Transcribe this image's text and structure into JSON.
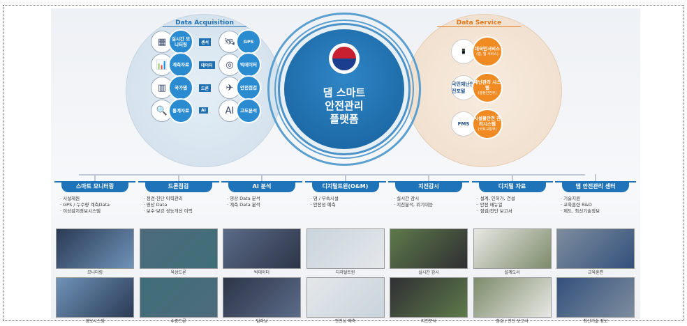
{
  "center_title": [
    "댐 스마트",
    "안전관리",
    "플랫폼"
  ],
  "acquisition": {
    "title": "Data Acquisition",
    "rows": [
      {
        "left": "실시간 모니터링",
        "tag": "센서",
        "right": "GPS",
        "left_icon": "monitor-room-photo",
        "right_icon": "gps-satellite-icon"
      },
      {
        "left": "계측자료",
        "tag": "데이터",
        "right": "빅데이터",
        "left_icon": "chart-laptop-icon",
        "right_icon": "big-data-icon"
      },
      {
        "left": "국가댐",
        "tag": "드론",
        "right": "안전점검",
        "left_icon": "dam-icon",
        "right_icon": "drone-icon"
      },
      {
        "left": "통계자료",
        "tag": "AI",
        "right": "고도분석",
        "left_icon": "magnifier-gear-icon",
        "right_icon": "ai-brain-icon"
      }
    ]
  },
  "service": {
    "title": "Data Service",
    "items": [
      {
        "label": "대국민서비스",
        "sub": "(앱, 웹 서비스)",
        "icon": "smartphone-icon",
        "icon_text": "📱"
      },
      {
        "label": "재난관리 시스템",
        "sub": "(행정안전부)",
        "icon": "government-emblem-icon",
        "icon_text": "국민재난안전포털"
      },
      {
        "label": "시설물안전 관리시스템",
        "sub": "(국토교통부)",
        "icon": "fms-logo-icon",
        "icon_text": "FMS"
      }
    ]
  },
  "columns": [
    {
      "title": "스마트 모니터링",
      "bullets": [
        "· 시설제원",
        "· GPS / 누수량 계측Data",
        "· 이상감지경보시스템"
      ],
      "photos": [
        "모니터링",
        "경보시스템"
      ]
    },
    {
      "title": "드론점검",
      "bullets": [
        "· 점검·진단 이력관리",
        "· 영상 Data",
        "· 보수·보강 성능개선 이력"
      ],
      "photos": [
        "육상드론",
        "수중드론"
      ]
    },
    {
      "title": "AI 분석",
      "bullets": [
        "· 영상 Data 분석",
        "· 계측 Data 분석"
      ],
      "photos": [
        "빅데이터",
        "딥러닝"
      ]
    },
    {
      "title": "디지털트윈(O&M)",
      "bullets": [
        "· 댐 / 부속시설",
        "· 안전성 예측"
      ],
      "photos": [
        "디지털트윈",
        "안전성 예측"
      ]
    },
    {
      "title": "지진감시",
      "bullets": [
        "· 실시간 감시",
        "· 지진분석, 위기대응"
      ],
      "photos": [
        "실시간 감시",
        "지진분석"
      ]
    },
    {
      "title": "디지털 자료",
      "bullets": [
        "· 설계, 인허가, 건설",
        "· 안전 매뉴얼",
        "· 점검/진단 보고서"
      ],
      "photos": [
        "설계도서",
        "점검 / 진단 보고서"
      ]
    },
    {
      "title": "댐 안전관리 센터",
      "bullets": [
        "· 기술지원",
        "· 교육훈련 R&D",
        "· 제도, 최신기술정보"
      ],
      "photos": [
        "교육훈련",
        "최신기술 정보"
      ]
    }
  ],
  "colors": {
    "blue": "#1f73b8",
    "orange": "#f08a22"
  }
}
